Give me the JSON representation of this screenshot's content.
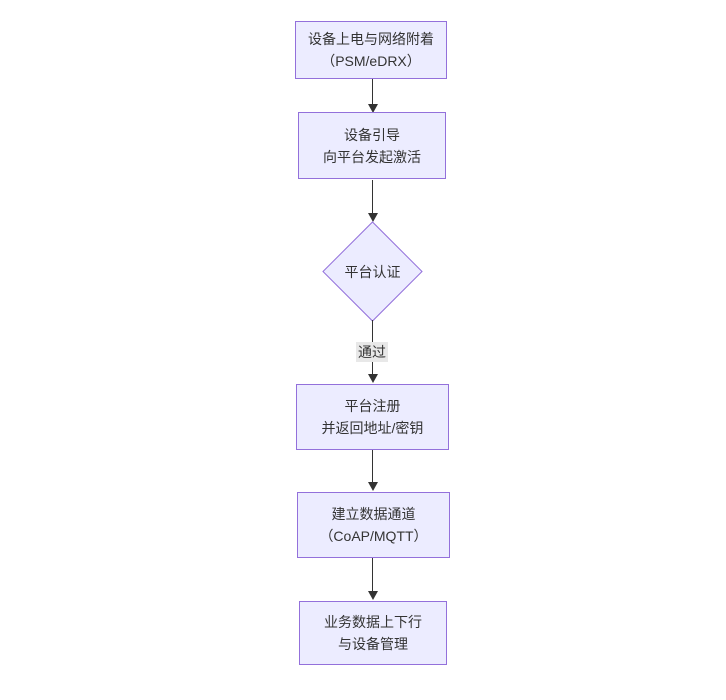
{
  "colors": {
    "background": "#ffffff",
    "node_fill": "#ECECFF",
    "node_border": "#9370DB",
    "text_color": "#333333",
    "arrow_color": "#333333",
    "edge_label_bg": "#e8e8e8"
  },
  "diagram": {
    "type": "flowchart-top-down",
    "nodes": [
      {
        "id": "power-on",
        "shape": "rect",
        "line1": "设备上电与网络附着",
        "line2": "（PSM/eDRX）"
      },
      {
        "id": "bootstrap",
        "shape": "rect",
        "line1": "设备引导",
        "line2": "向平台发起激活"
      },
      {
        "id": "auth",
        "shape": "diamond",
        "line1": "平台认证",
        "line2": ""
      },
      {
        "id": "register",
        "shape": "rect",
        "line1": "平台注册",
        "line2": "并返回地址/密钥"
      },
      {
        "id": "channel",
        "shape": "rect",
        "line1": "建立数据通道",
        "line2": "（CoAP/MQTT）"
      },
      {
        "id": "business",
        "shape": "rect",
        "line1": "业务数据上下行",
        "line2": "与设备管理"
      }
    ],
    "edges": [
      {
        "from": "power-on",
        "to": "bootstrap",
        "label": ""
      },
      {
        "from": "bootstrap",
        "to": "auth",
        "label": ""
      },
      {
        "from": "auth",
        "to": "register",
        "label": "通过"
      },
      {
        "from": "register",
        "to": "channel",
        "label": ""
      },
      {
        "from": "channel",
        "to": "business",
        "label": ""
      }
    ]
  }
}
